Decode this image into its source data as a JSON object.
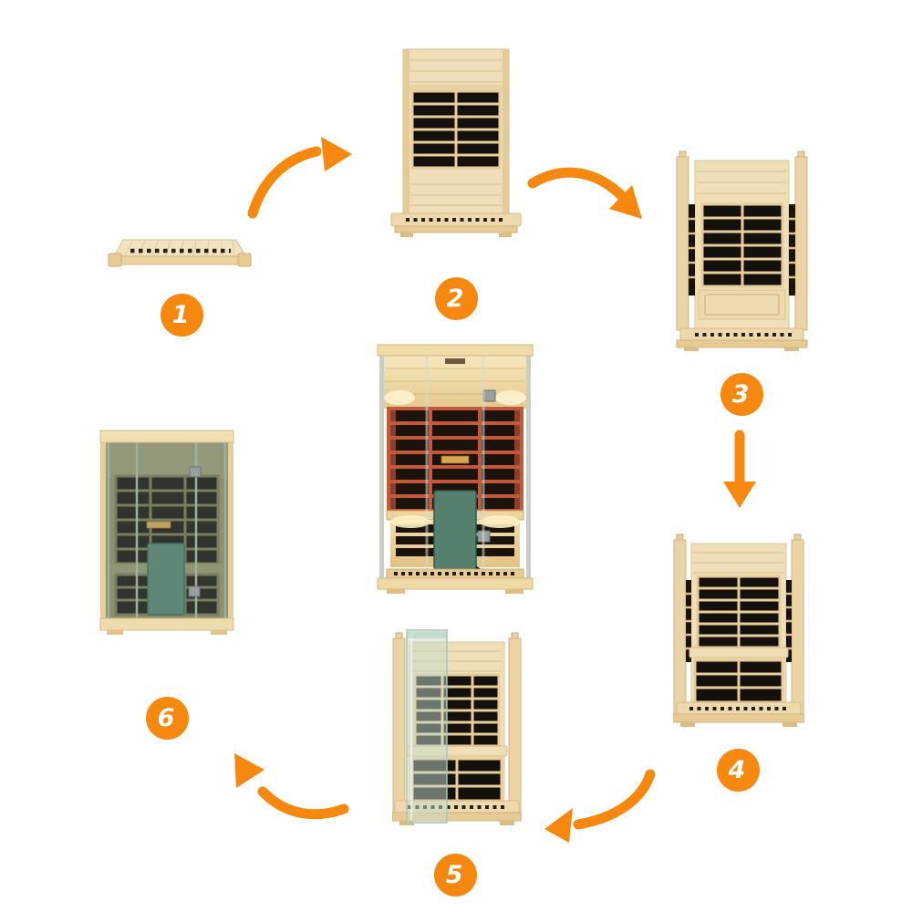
{
  "page": {
    "background_color": "#ffffff",
    "accent_color": "#F6870F"
  },
  "diagram": {
    "type": "assembly-step-cycle",
    "subject": "infrared-sauna",
    "steps": [
      {
        "number": "1",
        "name": "floor-base-panel"
      },
      {
        "number": "2",
        "number_color": "#ffffff",
        "name": "back-wall-heater-panel-on-base"
      },
      {
        "number": "3",
        "name": "side-walls-attached"
      },
      {
        "number": "4",
        "name": "bench-and-lower-front-heaters"
      },
      {
        "number": "5",
        "name": "front-side-glass-panel-added"
      },
      {
        "number": "6",
        "name": "completed-cabin-with-glass-door"
      }
    ],
    "center": {
      "name": "finished-sauna-interior-lit"
    },
    "arrows": [
      {
        "from": "1",
        "to": "2"
      },
      {
        "from": "2",
        "to": "3"
      },
      {
        "from": "3",
        "to": "4"
      },
      {
        "from": "4",
        "to": "5"
      },
      {
        "from": "5",
        "to": "6"
      }
    ],
    "colors": {
      "arrow": "#F6870F",
      "wood_light": "#EFDFB8",
      "wood_mid": "#E6CD9C",
      "heater_panel": "#14100C",
      "door_glass_panel_teal": "#4F7A6B",
      "lit_frame_red": "#C2593A",
      "glass_tint": "#BED7C6"
    }
  }
}
